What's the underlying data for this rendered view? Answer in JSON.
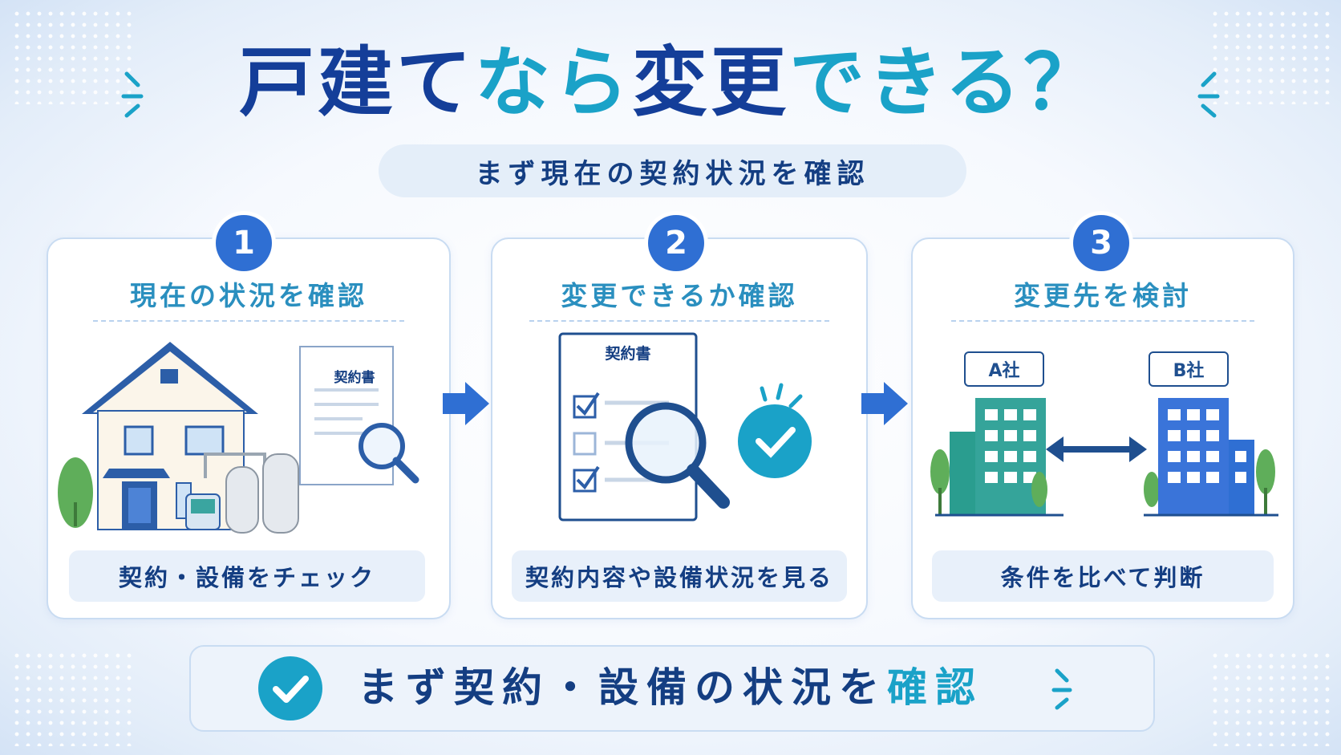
{
  "title": {
    "part1": "戸建て",
    "part2": "なら",
    "part3": "変更",
    "part4": "できる？"
  },
  "subtitle": "まず現在の契約状況を確認",
  "steps": [
    {
      "number": "1",
      "title": "現在の状況を確認",
      "doc_label": "契約書",
      "caption": "契約・設備をチェック"
    },
    {
      "number": "2",
      "title": "変更できるか確認",
      "doc_label": "契約書",
      "caption": "契約内容や設備状況を見る"
    },
    {
      "number": "3",
      "title": "変更先を検討",
      "company_a": "A社",
      "company_b": "B社",
      "caption": "条件を比べて判断"
    }
  ],
  "bottom": {
    "part1": "まず契約・設備の状況を",
    "part2": "確認"
  },
  "colors": {
    "navy": "#143e99",
    "teal": "#1aa2c8",
    "blue": "#2f6fd3",
    "green": "#2a9d8f",
    "pale": "#e8f0fa"
  }
}
